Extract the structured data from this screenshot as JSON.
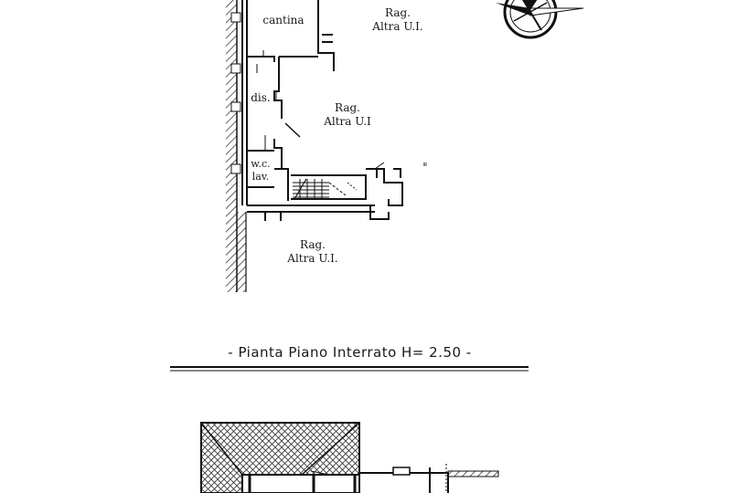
{
  "rooms": [
    {
      "id": "cantina",
      "lines": [
        "cantina"
      ]
    },
    {
      "id": "rag-top",
      "lines": [
        "Rag.",
        "Altra U.I."
      ]
    },
    {
      "id": "dis",
      "lines": [
        "dis."
      ]
    },
    {
      "id": "rag-mid",
      "lines": [
        "Rag.",
        "Altra U.I"
      ]
    },
    {
      "id": "wc",
      "lines": [
        "w.c.",
        "lav."
      ]
    },
    {
      "id": "rag-bottom",
      "lines": [
        "Rag.",
        "Altra U.I."
      ]
    }
  ],
  "title": "- Pianta Piano Interrato H= 2.50 -",
  "compass": {
    "icon": "north-arrow-compass-icon"
  },
  "colors": {
    "ink": "#1a1a1a",
    "paper": "#ffffff"
  }
}
